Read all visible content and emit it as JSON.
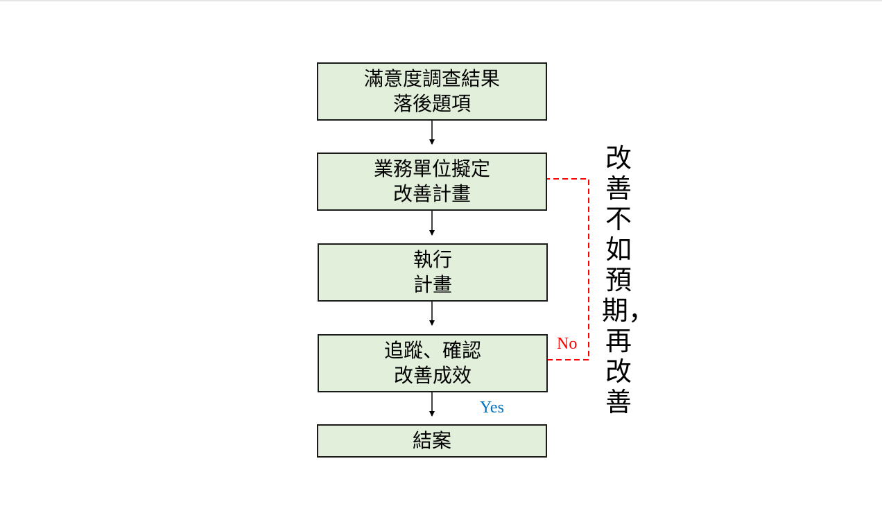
{
  "colors": {
    "node_fill": "#e2efda",
    "node_border": "#1a1a1a",
    "arrow": "#000000",
    "loop_line": "#ff0000",
    "no_label": "#ff0000",
    "yes_label": "#0070c0"
  },
  "steps": [
    {
      "line1": "滿意度調查結果",
      "line2": "落後題項"
    },
    {
      "line1": "業務單位擬定",
      "line2": "改善計畫"
    },
    {
      "line1": "執行",
      "line2": "計畫"
    },
    {
      "line1": "追蹤、確認",
      "line2": "改善成效"
    },
    {
      "line1": "結案"
    }
  ],
  "labels": {
    "no": "No",
    "yes": "Yes"
  },
  "side_note": "改善不如預期，再改善"
}
